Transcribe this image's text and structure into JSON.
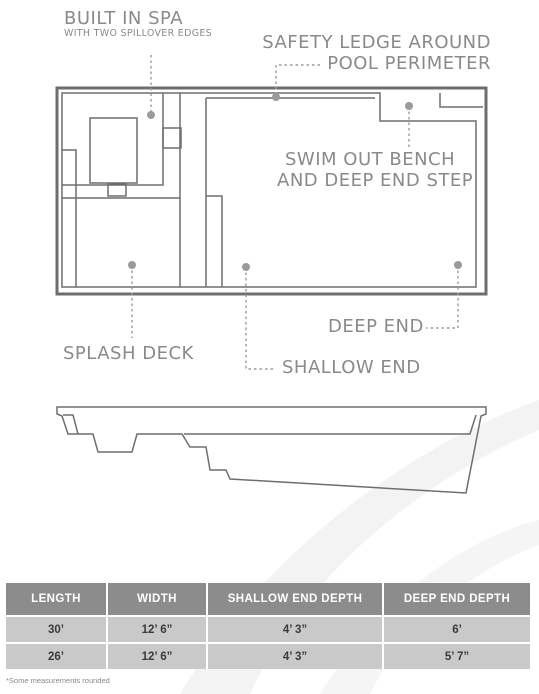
{
  "callouts": {
    "spa_title": "BUILT IN SPA",
    "spa_subtitle": "WITH TWO SPILLOVER EDGES",
    "ledge_line1": "SAFETY LEDGE AROUND",
    "ledge_line2": "POOL PERIMETER",
    "bench_line1": "SWIM OUT BENCH",
    "bench_line2": "AND DEEP END STEP",
    "deep_end": "DEEP END",
    "splash_deck": "SPLASH DECK",
    "shallow_end": "SHALLOW END"
  },
  "specs": {
    "headers": [
      "LENGTH",
      "WIDTH",
      "SHALLOW END DEPTH",
      "DEEP END DEPTH"
    ],
    "rows": [
      [
        "30’",
        "12’ 6”",
        "4’ 3”",
        "6’"
      ],
      [
        "26’",
        "12’ 6”",
        "4’ 3”",
        "5’ 7”"
      ]
    ]
  },
  "footnote": "*Some measurements rounded",
  "colors": {
    "outline": "#6e6e6e",
    "callout_text": "#8a8a8a",
    "table_header": "#8c8c8c",
    "table_cell": "#c9c9c9"
  }
}
